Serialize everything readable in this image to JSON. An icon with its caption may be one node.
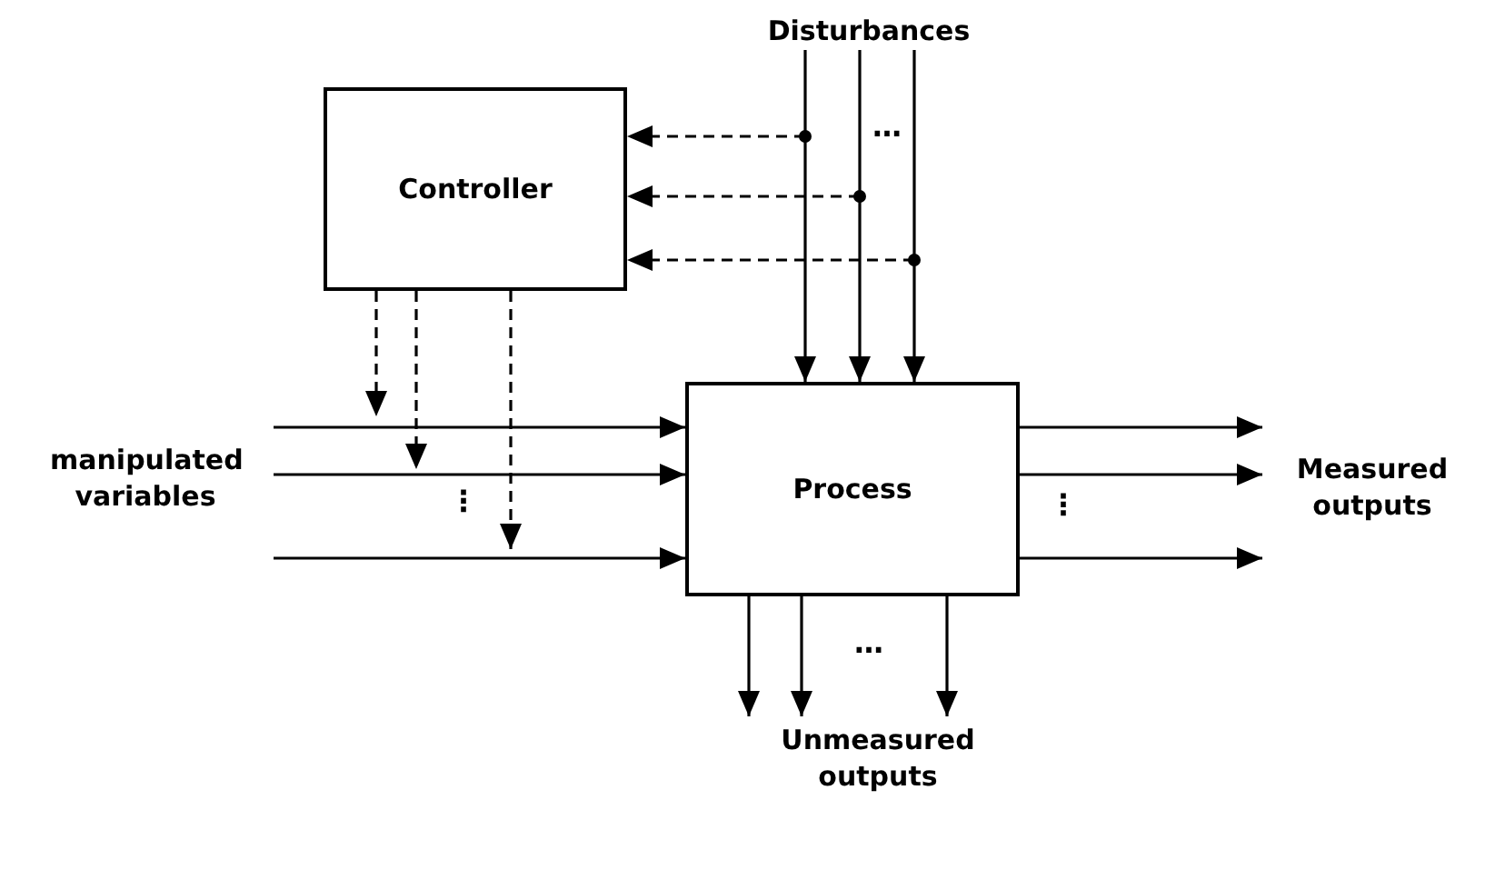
{
  "diagram": {
    "nodes": [
      {
        "text": [
          "Controller"
        ]
      },
      {
        "text": [
          "Process"
        ]
      },
      {
        "text": [
          "Disturbances"
        ]
      },
      {
        "text": [
          "manipulated variables"
        ]
      },
      {
        "text": [
          "Measured outputs"
        ]
      },
      {
        "text": [
          "Unmeasured outputs"
        ]
      }
    ],
    "edges": [
      {
        "from": 2,
        "to": 1,
        "arrow": "to"
      },
      {
        "from": 2,
        "to": 1,
        "arrow": "to"
      },
      {
        "from": 2,
        "to": 1,
        "arrow": "to"
      },
      {
        "from": null,
        "to": 0,
        "arrow": "to",
        "style": "dashed"
      },
      {
        "from": null,
        "to": 0,
        "arrow": "to",
        "style": "dashed"
      },
      {
        "from": null,
        "to": 0,
        "arrow": "to",
        "style": "dashed"
      },
      {
        "from": 0,
        "to": null,
        "arrow": "to",
        "style": "dashed"
      },
      {
        "from": 0,
        "to": null,
        "arrow": "to",
        "style": "dashed"
      },
      {
        "from": 0,
        "to": null,
        "arrow": "to",
        "style": "dashed"
      },
      {
        "from": 3,
        "to": 1,
        "arrow": "to"
      },
      {
        "from": 3,
        "to": 1,
        "arrow": "to"
      },
      {
        "from": 3,
        "to": 1,
        "arrow": "to"
      },
      {
        "from": 1,
        "to": 4,
        "arrow": "to"
      },
      {
        "from": 1,
        "to": 4,
        "arrow": "to"
      },
      {
        "from": 1,
        "to": 4,
        "arrow": "to"
      },
      {
        "from": 1,
        "to": 5,
        "arrow": "to"
      },
      {
        "from": 1,
        "to": 5,
        "arrow": "to"
      },
      {
        "from": 1,
        "to": 5,
        "arrow": "to"
      }
    ],
    "labels": [
      "⋯",
      "⋮",
      "⋮",
      "⋯"
    ]
  }
}
